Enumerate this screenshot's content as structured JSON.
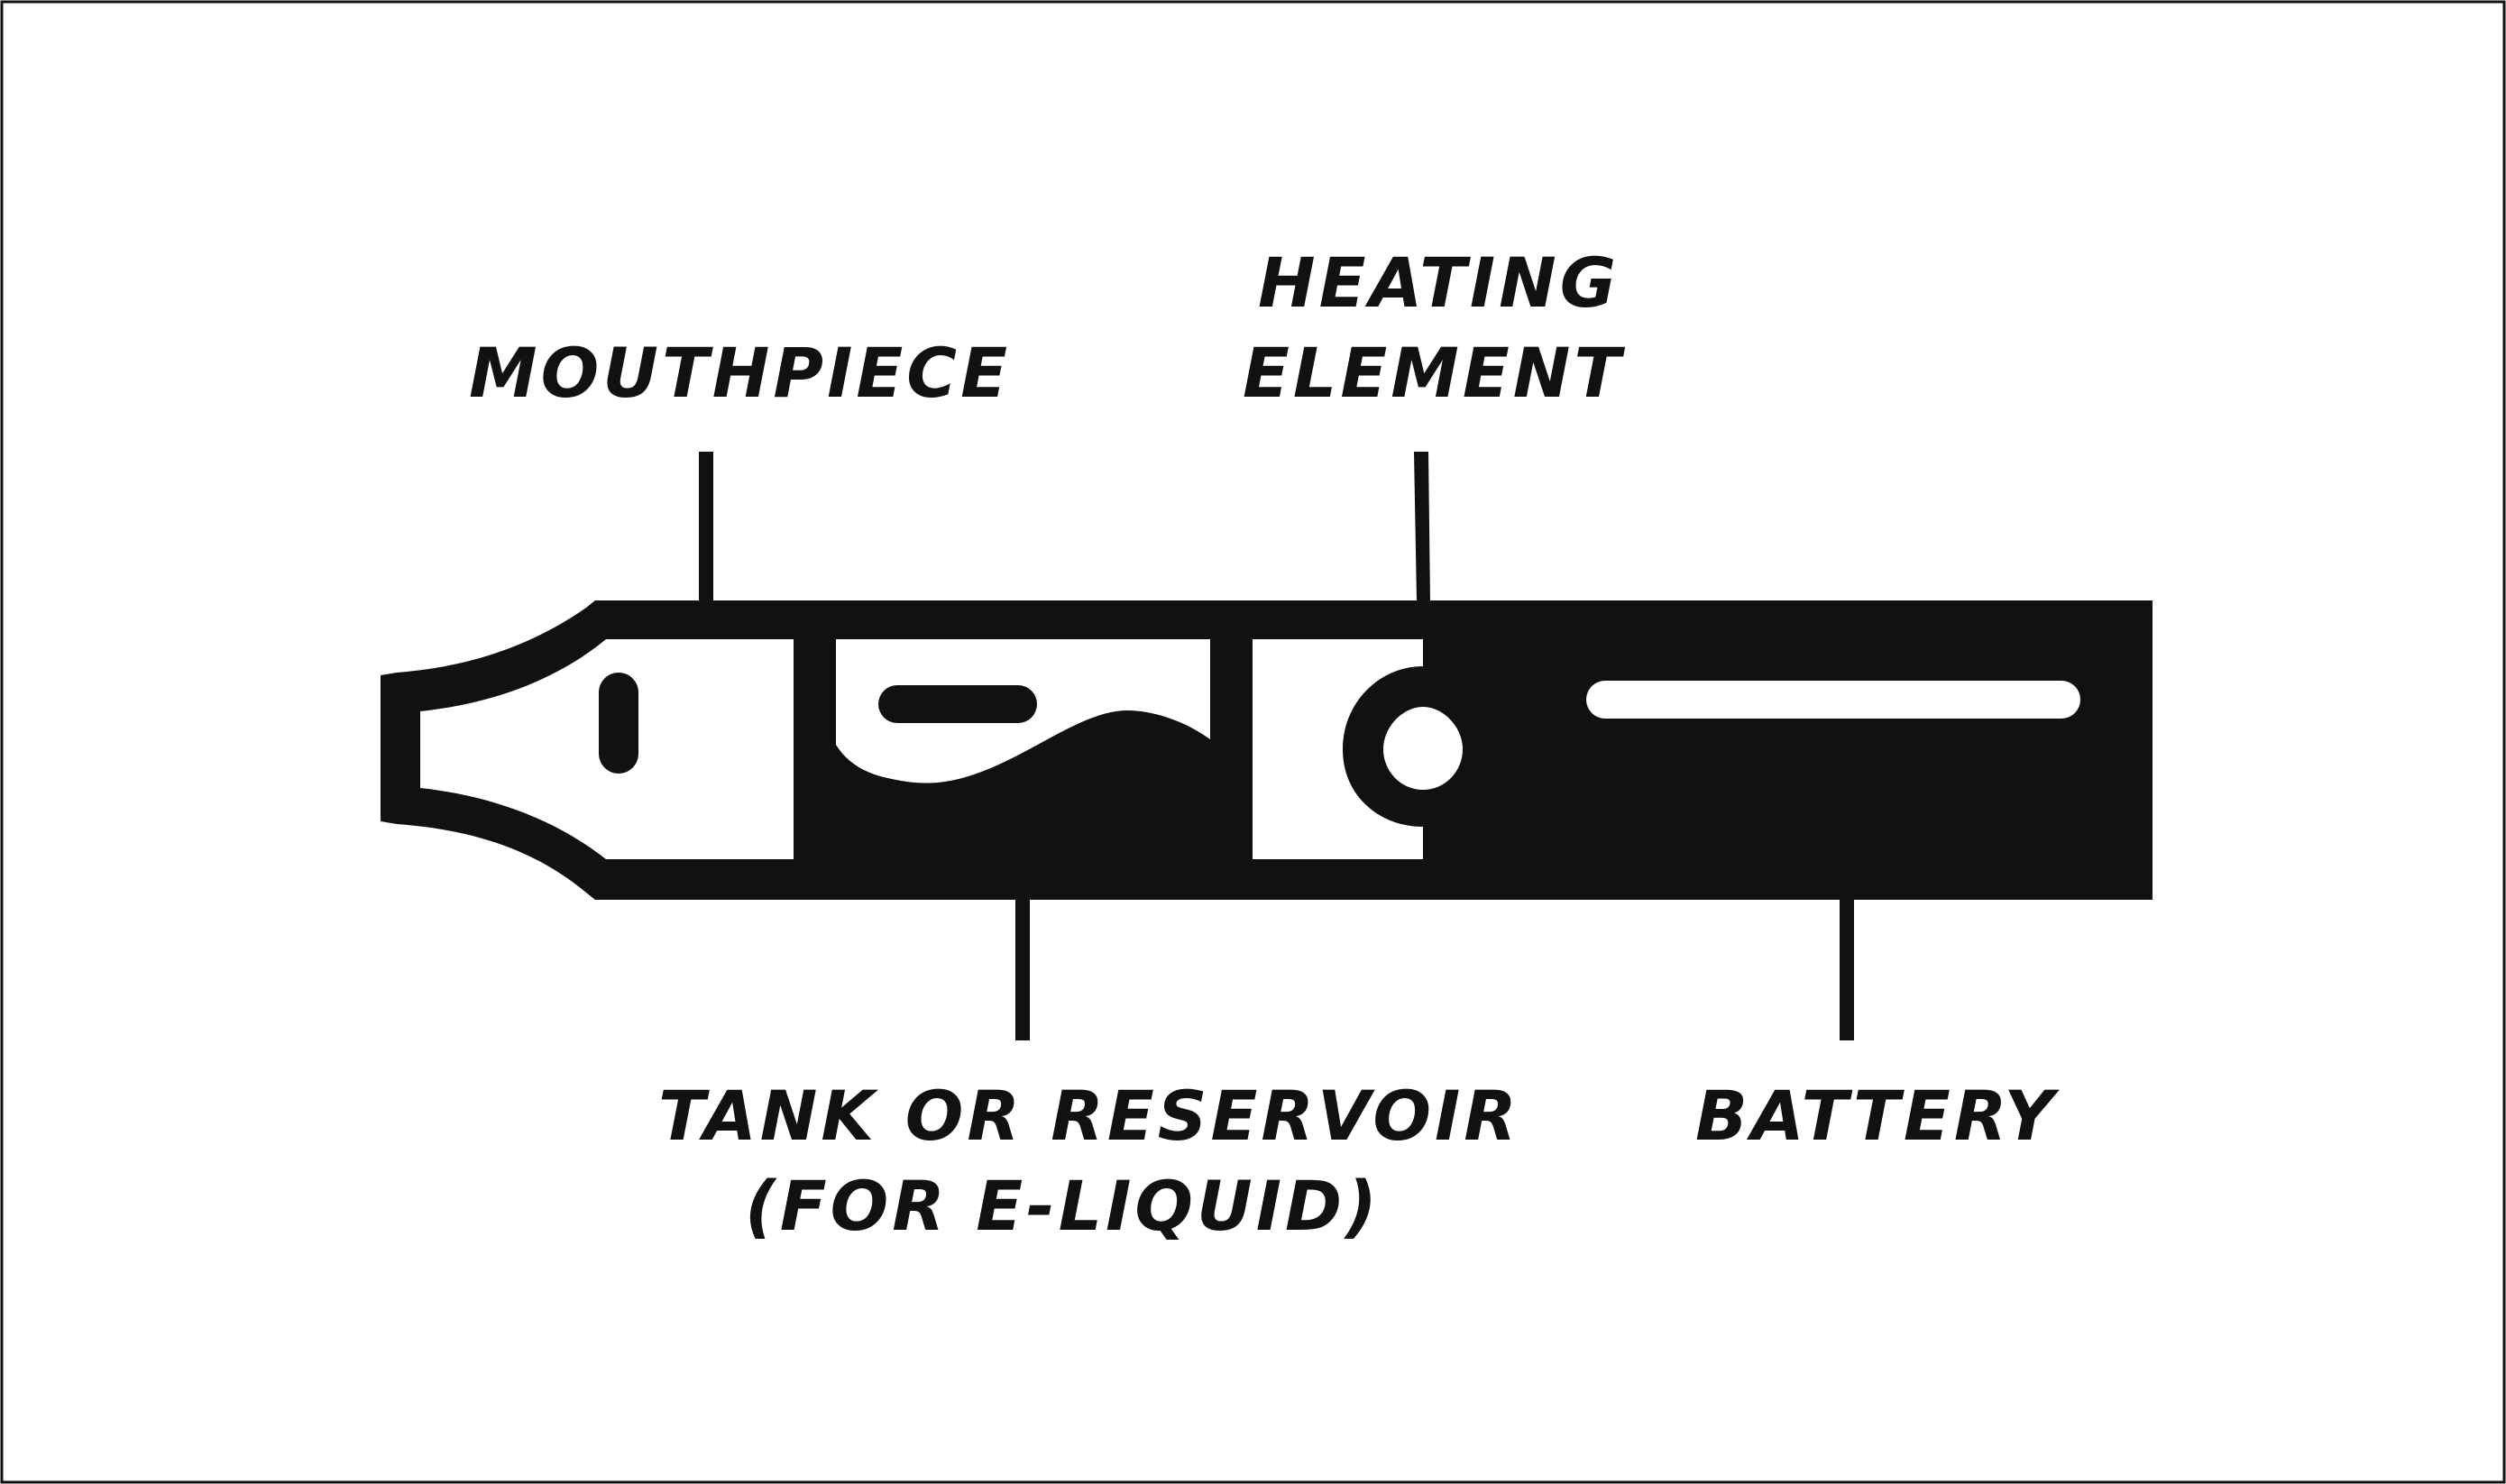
{
  "colors": {
    "ink": "#111111",
    "background": "#ffffff"
  },
  "labels": {
    "mouthpiece": "MOUTHPIECE",
    "heating_line1": "HEATING",
    "heating_line2": "ELEMENT",
    "tank_line1": "TANK OR RESERVOIR",
    "tank_line2": "(FOR E-LIQUID)",
    "battery": "BATTERY"
  }
}
